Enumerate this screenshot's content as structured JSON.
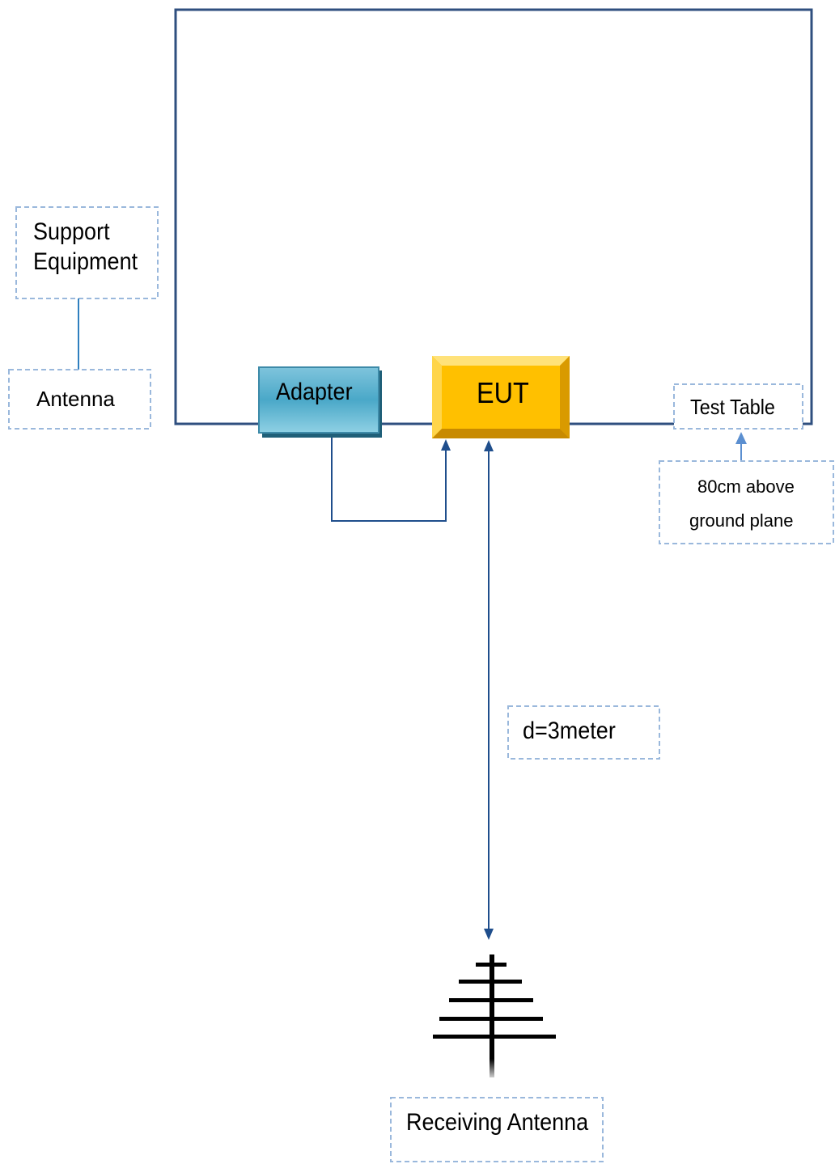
{
  "labels": {
    "support_equipment_line1": "Support",
    "support_equipment_line2": "Equipment",
    "antenna": "Antenna",
    "adapter": "Adapter",
    "eut": "EUT",
    "test_table": "Test Table",
    "height_line1": "80cm above",
    "height_line2": "ground plane",
    "distance": "d=3meter",
    "receiving_antenna": "Receiving Antenna"
  },
  "colors": {
    "table_border": "#2f4f7f",
    "connector_line": "#1f4e8c",
    "dashed_box": "#9ab8dc",
    "light_arrow": "#5b8fd0",
    "adapter_fill": "#4aa8c8",
    "eut_fill": "#ffc000",
    "antenna_symbol": "#000000"
  },
  "icons": {
    "receiving_antenna": "antenna-symbol-icon"
  }
}
